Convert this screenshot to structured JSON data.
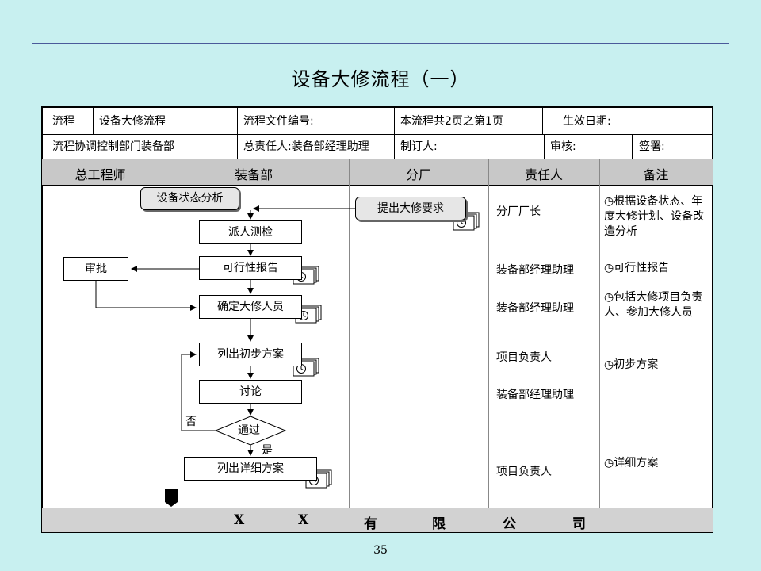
{
  "title": "设备大修流程（一）",
  "header": {
    "row1": {
      "c1": "流程",
      "c2": "设备大修流程",
      "c3": "流程文件编号:",
      "c4": "本流程共2页之第1页",
      "c5": "生效日期:"
    },
    "row2": {
      "c1": "流程协调控制部门装备部",
      "c2": "总责任人:装备部经理助理",
      "c3": "制订人:",
      "c4": "审核:",
      "c5": "签署:"
    }
  },
  "lanes": [
    "总工程师",
    "装备部",
    "分厂",
    "责任人",
    "备注"
  ],
  "nodes": {
    "status_analysis": "设备状态分析",
    "repair_request": "提出大修要求",
    "dispatch": "派人测检",
    "feasibility": "可行性报告",
    "approval": "审批",
    "confirm_staff": "确定大修人员",
    "preliminary": "列出初步方案",
    "discuss": "讨论",
    "pass": "通过",
    "detailed": "列出详细方案",
    "no_label": "否",
    "yes_label": "是"
  },
  "responsible": [
    "分厂厂长",
    "装备部经理助理",
    "装备部经理助理",
    "项目负责人",
    "装备部经理助理",
    "项目负责人"
  ],
  "notes": [
    "根据设备状态、年度大修计划、设备改造分析",
    "可行性报告",
    "包括大修项目负责人、参加大修人员",
    "初步方案",
    "详细方案"
  ],
  "footer": [
    "X",
    "X",
    "有",
    "限",
    "公",
    "司"
  ],
  "page_number": "35",
  "colors": {
    "background": "#c8f0f0",
    "header_gray": "#c8c8c8",
    "rule_blue": "#4a5a9a"
  }
}
